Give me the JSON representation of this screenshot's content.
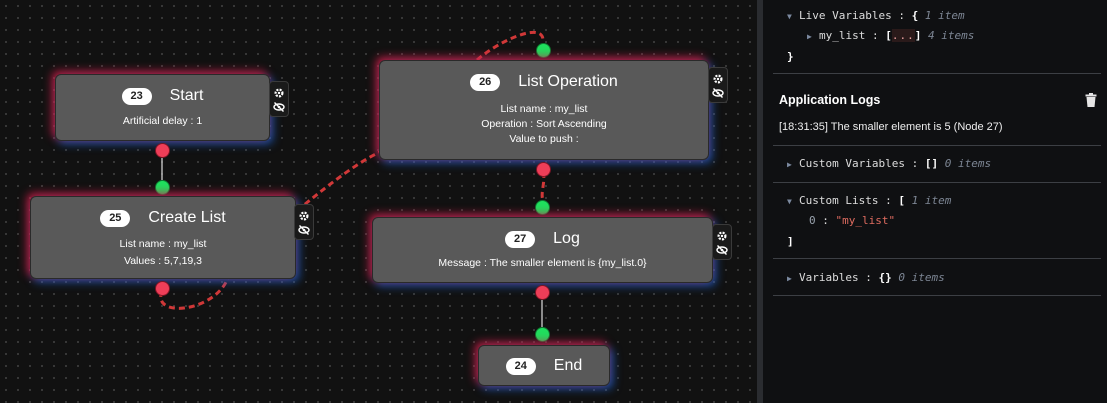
{
  "nodes": {
    "start": {
      "id": "23",
      "title": "Start",
      "lines": [
        "Artificial delay : 1"
      ]
    },
    "create_list": {
      "id": "25",
      "title": "Create List",
      "lines": [
        "List name : my_list",
        "Values : 5,7,19,3"
      ]
    },
    "list_operation": {
      "id": "26",
      "title": "List Operation",
      "lines": [
        "List name : my_list",
        "Operation : Sort Ascending",
        "Value to push :"
      ]
    },
    "log": {
      "id": "27",
      "title": "Log",
      "lines": [
        "Message : The smaller element is {my_list.0}"
      ]
    },
    "end": {
      "id": "24",
      "title": "End"
    }
  },
  "sidebar": {
    "live_variables": {
      "label": "Live Variables :",
      "brace_open": "{",
      "count": "1 item",
      "brace_close": "}",
      "entry": {
        "key": "my_list",
        "sep": ":",
        "open": "[",
        "ellipsis": "...",
        "close": "]",
        "count": "4 items"
      }
    },
    "logs": {
      "title": "Application Logs",
      "lines": [
        "[18:31:35] The smaller element is 5 (Node 27)"
      ]
    },
    "custom_variables": {
      "label": "Custom Variables :",
      "value": "[]",
      "count": "0 items"
    },
    "custom_lists": {
      "label": "Custom Lists :",
      "open": "[",
      "count": "1 item",
      "item_index": "0",
      "item_sep": ":",
      "item_value": "\"my_list\"",
      "close": "]"
    },
    "variables": {
      "label": "Variables :",
      "value": "{}",
      "count": "0 items"
    }
  },
  "colors": {
    "edge_dashed": "#d03838",
    "handle_out": "#ee3e58",
    "handle_in": "#1fe05e",
    "node_bg": "#595959"
  },
  "icons": [
    "gear-icon",
    "eye-off-icon",
    "trash-icon",
    "triangle-right-icon",
    "triangle-down-icon"
  ]
}
